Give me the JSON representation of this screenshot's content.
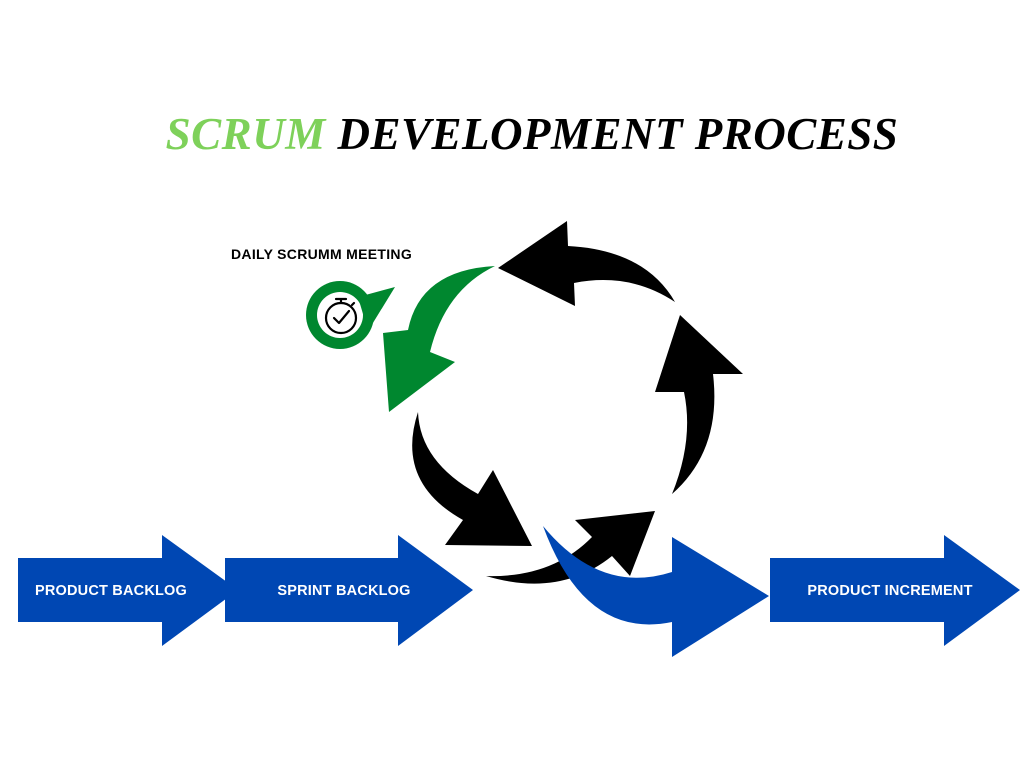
{
  "title": {
    "accent": "SCRUM",
    "rest": "DEVELOPMENT PROCESS"
  },
  "daily_meeting": {
    "label": "DAILY SCRUMM MEETING",
    "icon": "stopwatch-icon"
  },
  "flow": [
    {
      "id": "product-backlog",
      "label": "PRODUCT BACKLOG"
    },
    {
      "id": "sprint-backlog",
      "label": "SPRINT BACKLOG"
    },
    {
      "id": "product-increment",
      "label": "PRODUCT INCREMENT"
    }
  ],
  "colors": {
    "accent": "#7ed15a",
    "blue": "#0047b3",
    "green": "#00872f",
    "black": "#000000"
  }
}
